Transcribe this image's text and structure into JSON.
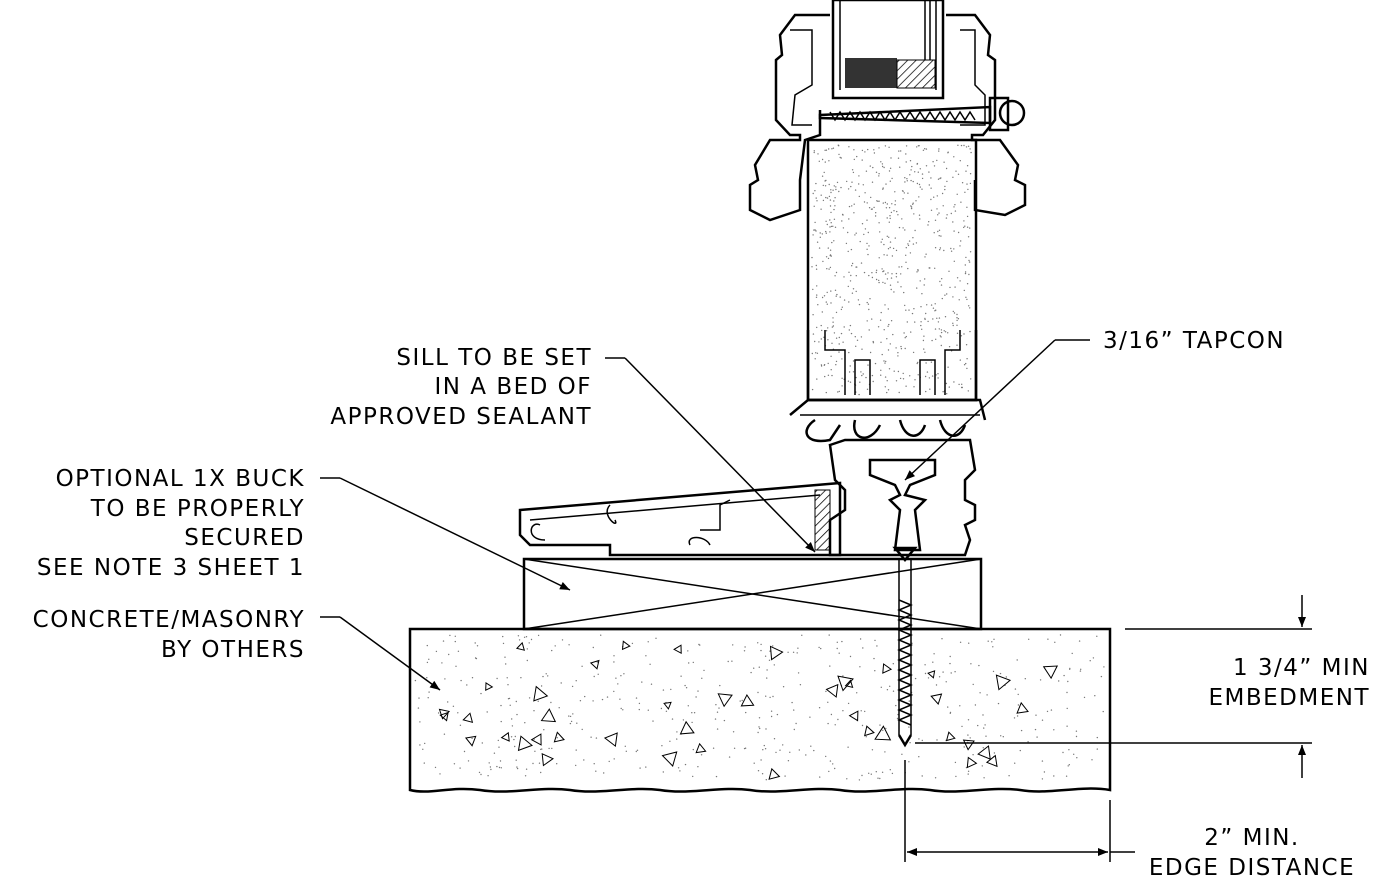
{
  "labels": {
    "tapcon": "3/16” TAPCON",
    "sill_line1": "SILL TO BE SET",
    "sill_line2": "IN A BED OF",
    "sill_line3": "APPROVED SEALANT",
    "buck_line1": "OPTIONAL 1X BUCK",
    "buck_line2": "TO BE PROPERLY",
    "buck_line3": "SECURED",
    "buck_line4": "SEE NOTE 3 SHEET 1",
    "concrete_line1": "CONCRETE/MASONRY",
    "concrete_line2": "BY OTHERS",
    "embed_line1": "1 3/4” MIN",
    "embed_line2": "EMBEDMENT",
    "edge_line1": "2” MIN.",
    "edge_line2": "EDGE DISTANCE"
  }
}
